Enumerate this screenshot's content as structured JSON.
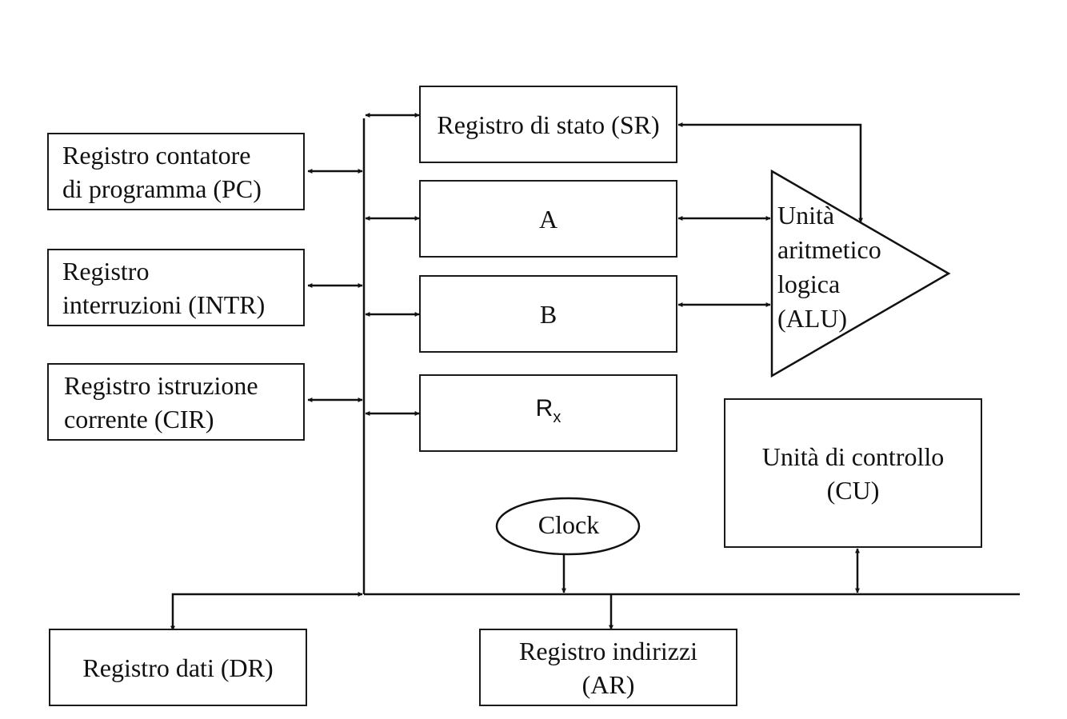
{
  "diagram": {
    "pc": {
      "line1": "Registro contatore",
      "line2": "di programma (PC)"
    },
    "intr": {
      "line1": "Registro",
      "line2": "interruzioni (INTR)"
    },
    "cir": {
      "line1": "Registro istruzione",
      "line2": "corrente (CIR)"
    },
    "sr": {
      "label": "Registro di stato (SR)"
    },
    "a": {
      "label": "A"
    },
    "b": {
      "label": "B"
    },
    "rx": {
      "label": "R",
      "subscript": "x"
    },
    "alu": {
      "line1": "Unità",
      "line2": "aritmetico",
      "line3": "logica",
      "line4": "(ALU)"
    },
    "cu": {
      "line1": "Unità di controllo",
      "line2": "(CU)"
    },
    "clock": {
      "label": "Clock"
    },
    "dr": {
      "label": "Registro dati (DR)"
    },
    "ar": {
      "line1": "Registro indirizzi",
      "line2": "(AR)"
    }
  }
}
